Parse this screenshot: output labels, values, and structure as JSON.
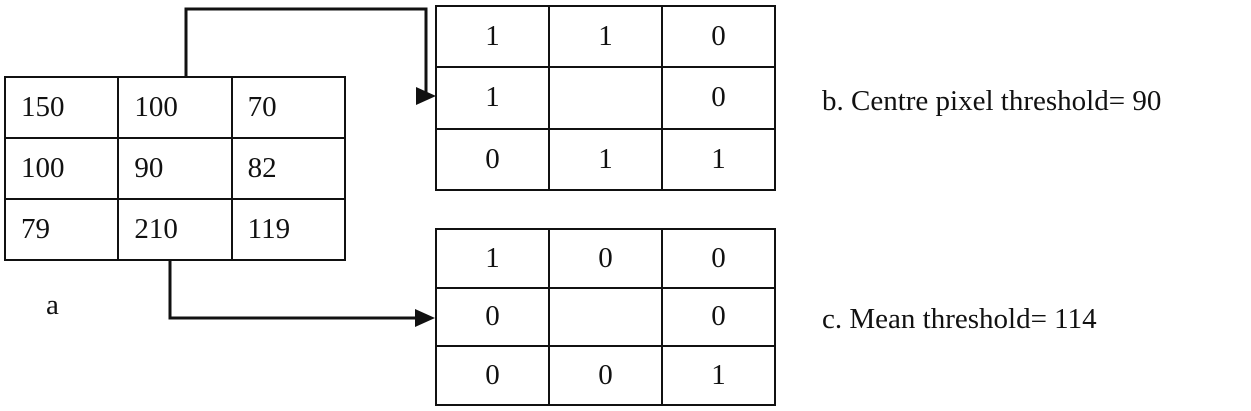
{
  "figure": {
    "matrix_a": {
      "label": "a",
      "rows": [
        [
          "150",
          "100",
          "70"
        ],
        [
          "100",
          "90",
          "82"
        ],
        [
          "79",
          "210",
          "119"
        ]
      ]
    },
    "matrix_b": {
      "caption": "b. Centre pixel threshold= 90",
      "rows": [
        [
          "1",
          "1",
          "0"
        ],
        [
          "1",
          "",
          "0"
        ],
        [
          "0",
          "1",
          "1"
        ]
      ]
    },
    "matrix_c": {
      "caption": "c. Mean threshold= 114",
      "rows": [
        [
          "1",
          "0",
          "0"
        ],
        [
          "0",
          "",
          "0"
        ],
        [
          "0",
          "0",
          "1"
        ]
      ]
    },
    "colors": {
      "line": "#111111",
      "text": "#111111",
      "background": "#ffffff"
    }
  }
}
